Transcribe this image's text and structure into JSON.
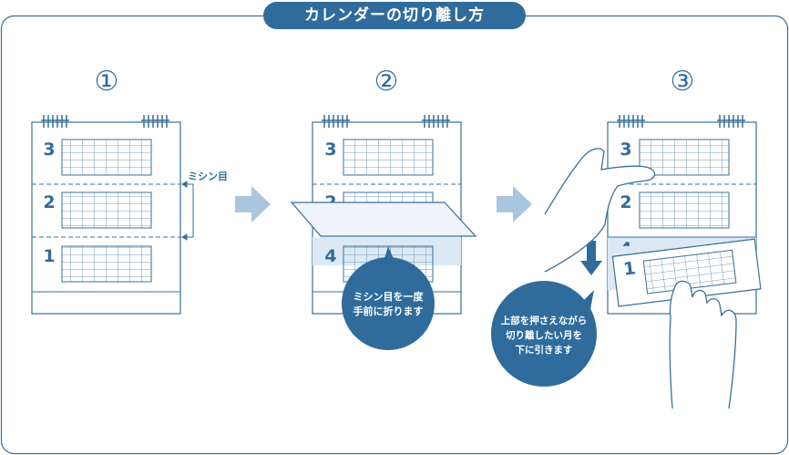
{
  "title": "カレンダーの切り離し方",
  "steps": [
    "①",
    "②",
    "③"
  ],
  "perforation_label": "ミシン目",
  "step1_months": [
    "3",
    "2",
    "1"
  ],
  "step2_months": [
    "3",
    "2",
    "4"
  ],
  "step3_months": [
    "3",
    "2",
    "4"
  ],
  "torn_month": "1",
  "bubble2": {
    "line1": "ミシン目を一度",
    "line2": "手前に折ります"
  },
  "bubble3": {
    "line1": "上部を押さえながら",
    "line2": "切り離したい月を",
    "line3": "下に引きます"
  },
  "colors": {
    "primary": "#2f6c9c",
    "line": "#3a6f98",
    "arrow": "#a9c6de",
    "grid": "#4d7fa7",
    "highlight": "#dce9f4"
  }
}
